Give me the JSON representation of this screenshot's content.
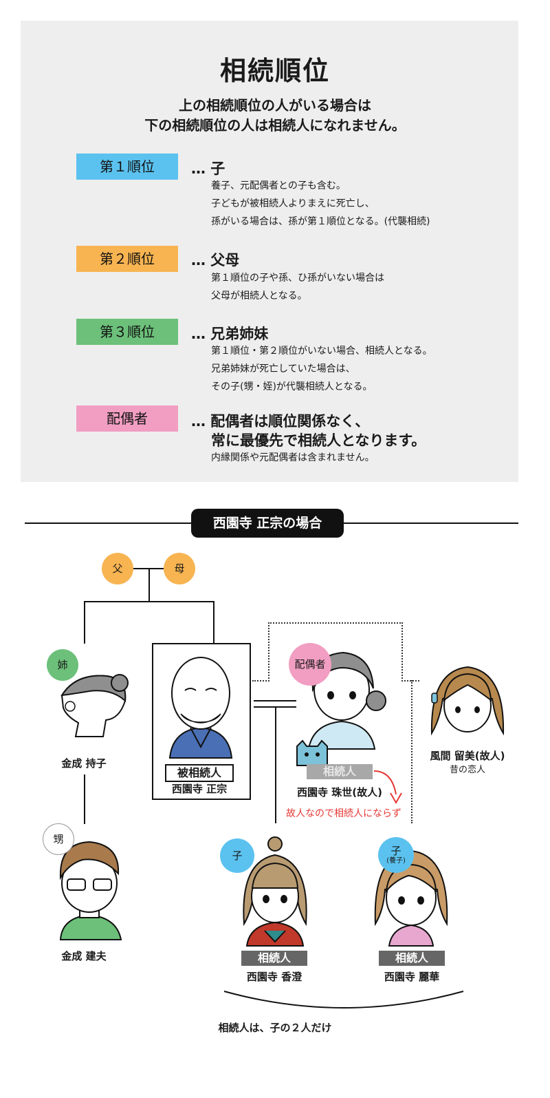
{
  "panel": {
    "title": "相続順位",
    "subtitle_line1": "上の相続順位の人がいる場合は",
    "subtitle_line2": "下の相続順位の人は相続人になれません。",
    "ranks": [
      {
        "badge": "第１順位",
        "color": "#5bc2ef",
        "heading": "… 子",
        "heading2": "",
        "notes": [
          "養子、元配偶者との子も含む。",
          "子どもが被相続人よりまえに死亡し、",
          "孫がいる場合は、孫が第１順位となる。(代襲相続)"
        ]
      },
      {
        "badge": "第２順位",
        "color": "#f7b451",
        "heading": "… 父母",
        "heading2": "",
        "notes": [
          "第１順位の子や孫、ひ孫がいない場合は",
          "父母が相続人となる。"
        ]
      },
      {
        "badge": "第３順位",
        "color": "#6cc07a",
        "heading": "… 兄弟姉妹",
        "heading2": "",
        "notes": [
          "第１順位・第２順位がいない場合、相続人となる。",
          "兄弟姉妹が死亡していた場合は、",
          "その子(甥・姪)が代襲相続人となる。"
        ]
      },
      {
        "badge": "配偶者",
        "color": "#f19ec2",
        "heading": "… 配偶者は順位関係なく、",
        "heading2": "常に最優先で相続人となります。",
        "notes": [
          "内縁関係や元配偶者は含まれません。"
        ]
      }
    ]
  },
  "tree": {
    "section_title": "西園寺 正宗の場合",
    "father_label": "父",
    "mother_label": "母",
    "sister_label": "姉",
    "sister_name": "金成 持子",
    "nephew_label": "甥",
    "nephew_name": "金成 建夫",
    "main_tag": "被相続人",
    "main_name": "西園寺 正宗",
    "spouse_label": "配偶者",
    "spouse_tag": "相続人",
    "spouse_name": "西園寺 珠世(故人)",
    "spouse_note": "故人なので相続人にならず",
    "lover_name": "風間 留美(故人)",
    "lover_sub": "昔の恋人",
    "child1_label": "子",
    "child1_tag": "相続人",
    "child1_name": "西園寺 香澄",
    "child2_label": "子",
    "child2_sublabel": "(養子)",
    "child2_tag": "相続人",
    "child2_name": "西園寺 麗華",
    "bottom_note": "相続人は、子の２人だけ"
  },
  "colors": {
    "parent": "#f7b451",
    "sister": "#6cc07a",
    "spouse": "#f19ec2",
    "child": "#5bc2ef",
    "red_note": "#e53935"
  }
}
